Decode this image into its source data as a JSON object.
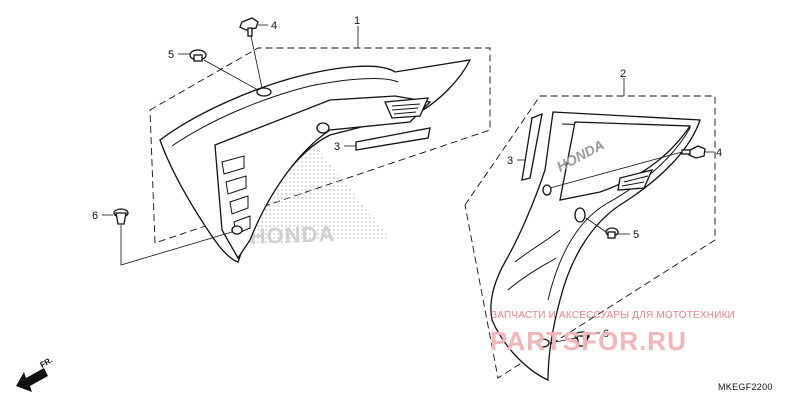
{
  "callouts": {
    "c1": "1",
    "c2": "2",
    "c3a": "3",
    "c3b": "3",
    "c4a": "4",
    "c4b": "4",
    "c5a": "5",
    "c5b": "5",
    "c6a": "6",
    "c6b": "6"
  },
  "direction": {
    "label": "FR.",
    "icon": "arrow-icon"
  },
  "diagram_code": "MKEGF2200",
  "watermark": {
    "tagline": "ЗАПЧАСТИ И АКСЕССУАРЫ ДЛЯ МОТОТЕХНИКИ",
    "site": "PARTSFOR.RU"
  },
  "colors": {
    "line": "#111111",
    "watermark": "#e8828a",
    "halftone": "#cfcfcf"
  }
}
